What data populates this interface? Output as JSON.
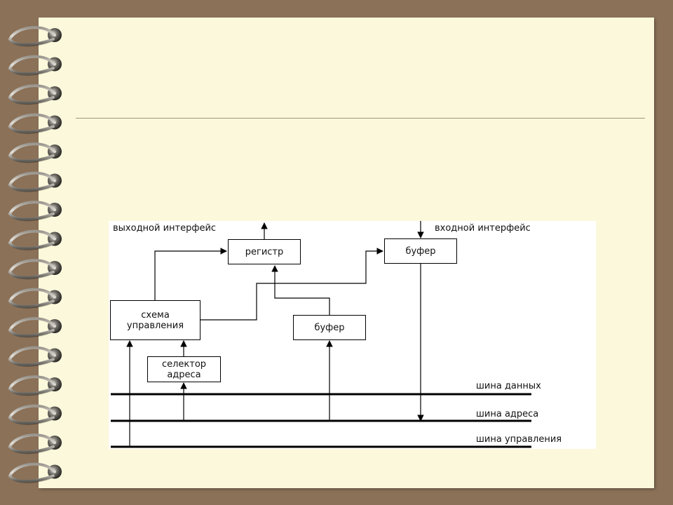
{
  "diagram": {
    "output_interface": "выходной интерфейс",
    "input_interface": "входной интерфейс",
    "register": "регистр",
    "buffer_top": "буфер",
    "control_circuit": "схема\nуправления",
    "buffer_mid": "буфер",
    "address_selector": "селектор\nадреса",
    "data_bus": "шина данных",
    "address_bus": "шина адреса",
    "control_bus": "шина управления"
  },
  "colors": {
    "frame": "#8b7158",
    "paper": "#fbf8db",
    "rule": "#a6927c",
    "ink": "#000000"
  }
}
